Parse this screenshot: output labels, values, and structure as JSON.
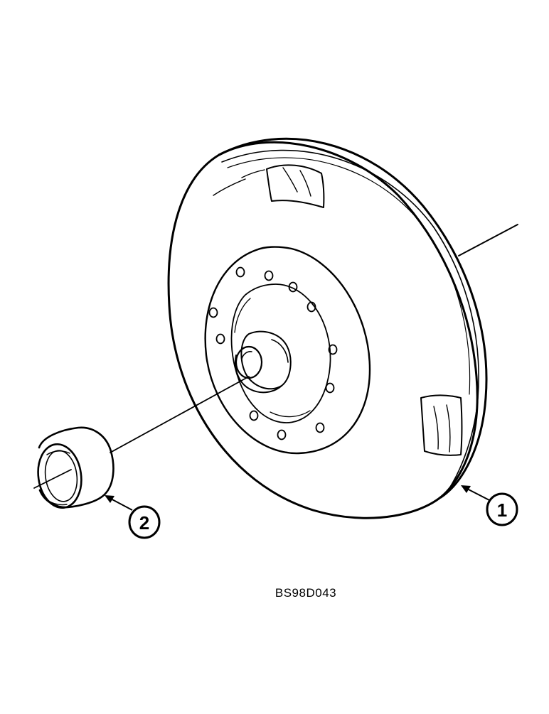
{
  "diagram": {
    "callouts": [
      {
        "number": "1"
      },
      {
        "number": "2"
      }
    ],
    "figure_id": "BS98D043",
    "colors": {
      "ink": "#000000",
      "paper": "#ffffff"
    }
  }
}
